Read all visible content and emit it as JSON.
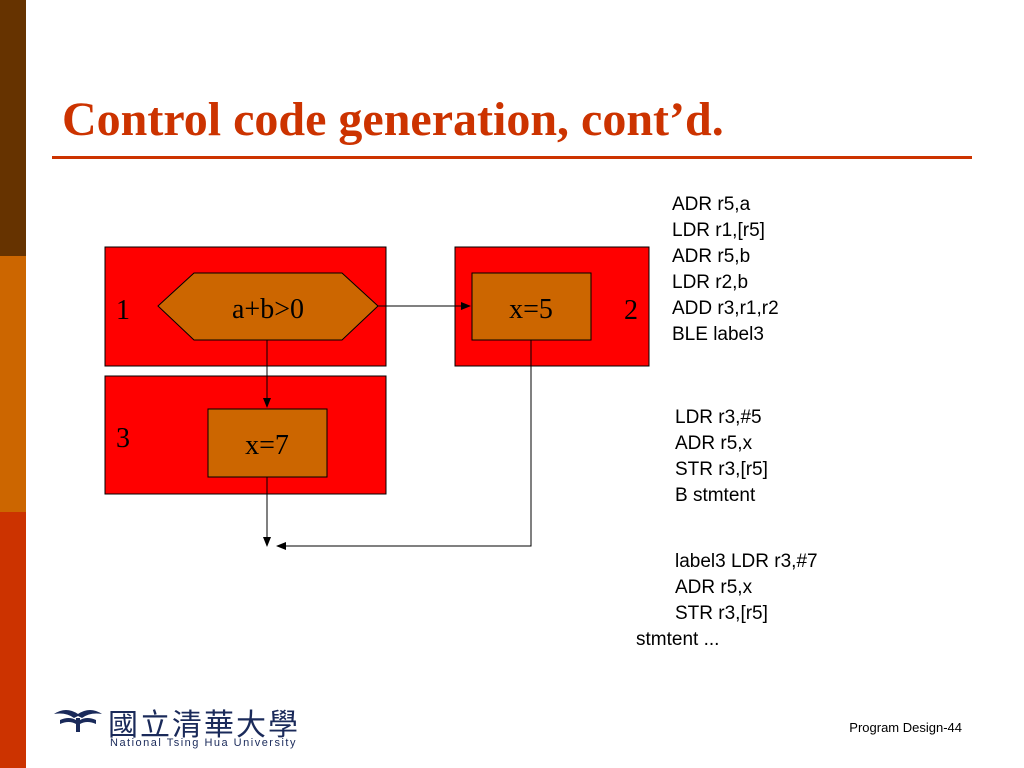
{
  "slide": {
    "title": "Control code generation, cont’d.",
    "footer": "Program Design-44"
  },
  "diagram": {
    "blocks": [
      {
        "number": "1"
      },
      {
        "number": "2"
      },
      {
        "number": "3"
      }
    ],
    "nodes": {
      "condition": "a+b>0",
      "assign_true": "x=5",
      "assign_false": "x=7"
    }
  },
  "code": {
    "block1": [
      "ADR r5,a",
      "LDR r1,[r5]",
      "ADR r5,b",
      "LDR r2,b",
      "ADD r3,r1,r2",
      "BLE label3"
    ],
    "block2": [
      "LDR r3,#5",
      "ADR r5,x",
      "STR r3,[r5]",
      "B stmtent"
    ],
    "block3": [
      "label3 LDR r3,#7",
      "ADR r5,x",
      "STR r3,[r5]",
      "stmtent ..."
    ]
  },
  "logo": {
    "chinese": "國立清華大學",
    "english": "National Tsing Hua University"
  },
  "colors": {
    "title": "#cc3300",
    "block_fill": "#ff0000",
    "node_fill": "#cc6600",
    "sidebar_top": "#663300",
    "sidebar_mid": "#cc6600",
    "sidebar_bottom": "#cc3300"
  }
}
